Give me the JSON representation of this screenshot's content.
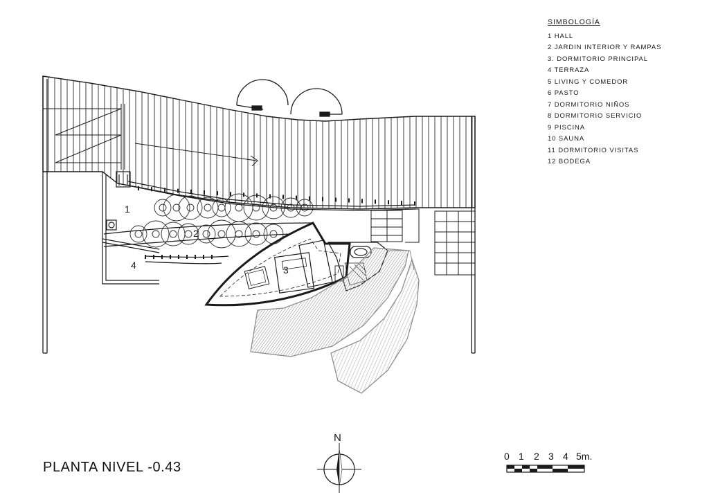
{
  "legend": {
    "title": "SIMBOLOGÍA",
    "items": [
      "1 HALL",
      "2 JARDIN INTERIOR Y RAMPAS",
      "3. DORMITORIO PRINCIPAL",
      "4 TERRAZA",
      "5 LIVING Y COMEDOR",
      "6 PASTO",
      "7 DORMITORIO NIÑOS",
      "8 DORMITORIO SERVICIO",
      "9 PISCINA",
      "10 SAUNA",
      "11 DORMITORIO VISITAS",
      "12 BODEGA"
    ]
  },
  "plan": {
    "title": "PLANTA  NIVEL -0.43",
    "room_labels": {
      "hall": "1",
      "garden": "2",
      "bedroom": "3",
      "terrace": "4"
    }
  },
  "north_arrow": {
    "label": "N"
  },
  "scale_bar": {
    "ticks": [
      "0",
      "1",
      "2",
      "3",
      "4",
      "5m."
    ],
    "unit": "m"
  },
  "colors": {
    "ink": "#1a1a1a",
    "light_ink": "#9a9a9a",
    "paper": "#ffffff"
  }
}
